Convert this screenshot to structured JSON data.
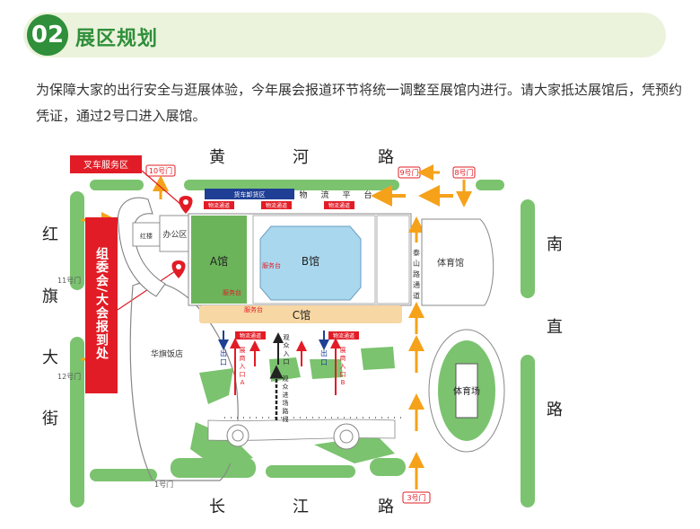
{
  "header": {
    "number": "02",
    "title": "展区规划"
  },
  "intro": "为保障大家的出行安全与逛展体验，今年展会报道环节将统一调整至展馆内进行。请大家抵达展馆后，凭预约凭证，通过2号口进入展馆。",
  "map": {
    "roads": {
      "north": [
        "黄",
        "河",
        "路"
      ],
      "south": [
        "长",
        "江",
        "路"
      ],
      "west": [
        "红",
        "旗",
        "大",
        "街"
      ],
      "east": [
        "南",
        "直",
        "路"
      ]
    },
    "gates": {
      "g10": "10号门",
      "g9": "9号门",
      "g8": "8号门",
      "g11": "11号门",
      "g12": "12号门",
      "g1": "1号门",
      "g3": "3号门"
    },
    "forklift_area": "叉车服务区",
    "committee": "组委会/大会报到处",
    "truck_unloading": "货车卸货区",
    "logistics_platform": [
      "物",
      "流",
      "平",
      "台"
    ],
    "logistics_channel": "物流通道",
    "office": "办公区",
    "red_building": "红楼",
    "hall_a": "A馆",
    "hall_b": "B馆",
    "hall_c": "C馆",
    "service_desk": "服务台",
    "taishan_channel": [
      "泰",
      "山",
      "路",
      "通",
      "道"
    ],
    "gym": "体育馆",
    "stadium": "体育场",
    "hotel": "华旗饭店",
    "exit": [
      "出",
      "口"
    ],
    "exhibitor_entry_a": [
      "展",
      "商",
      "入",
      "口",
      "A"
    ],
    "exhibitor_entry_b": [
      "展",
      "商",
      "入",
      "口",
      "B"
    ],
    "visitor_entry": [
      "观",
      "众",
      "入",
      "口"
    ],
    "visitor_route": [
      "观",
      "众",
      "进",
      "场",
      "路",
      "线"
    ],
    "colors": {
      "green": "#7bc36f",
      "red": "#e21c26",
      "orange": "#f5a21a",
      "blue": "#1f3f95",
      "hall_a": "#6bb45a",
      "hall_b": "#a9d8ee",
      "hall_c": "#f7d7a4"
    }
  }
}
